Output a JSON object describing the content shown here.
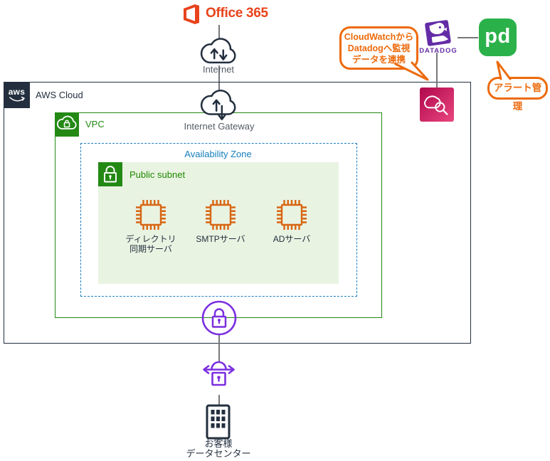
{
  "office365": {
    "label": "Office 365"
  },
  "internet": {
    "label": "Internet"
  },
  "aws_cloud": {
    "label": "AWS Cloud",
    "logo_text": "aws"
  },
  "internet_gateway": {
    "label": "Internet Gateway"
  },
  "vpc": {
    "label": "VPC"
  },
  "availability_zone": {
    "label": "Availability Zone"
  },
  "public_subnet": {
    "label": "Public subnet"
  },
  "servers": [
    {
      "name": "directory-sync-server",
      "label_lines": [
        "ディレクトリ",
        "同期サーバ"
      ]
    },
    {
      "name": "smtp-server",
      "label_lines": [
        "SMTPサーバ"
      ]
    },
    {
      "name": "ad-server",
      "label_lines": [
        "ADサーバ"
      ]
    }
  ],
  "on_premises": {
    "label_lines": [
      "お客様",
      "データセンター"
    ]
  },
  "monitoring": {
    "datadog_label": "DATADOG",
    "pagerduty_label": "pd",
    "cloudwatch_callout_lines": [
      "CloudWatchから",
      "Datadogへ監視",
      "データを連携"
    ],
    "alert_callout": "アラート管理"
  },
  "colors": {
    "office_orange": "#E8431C",
    "callout_orange": "#ED6A0C",
    "aws_dark": "#232F3E",
    "vpc_green": "#238914",
    "subnet_fill": "#E9F3E2",
    "availability_zone_blue": "#147EBA",
    "ec2_orange": "#D86613",
    "gateway_purple": "#7B2FE0",
    "cloudwatch_pink": "#B0084D",
    "datadog_purple": "#632CA6",
    "pagerduty_green": "#2BB14A"
  }
}
